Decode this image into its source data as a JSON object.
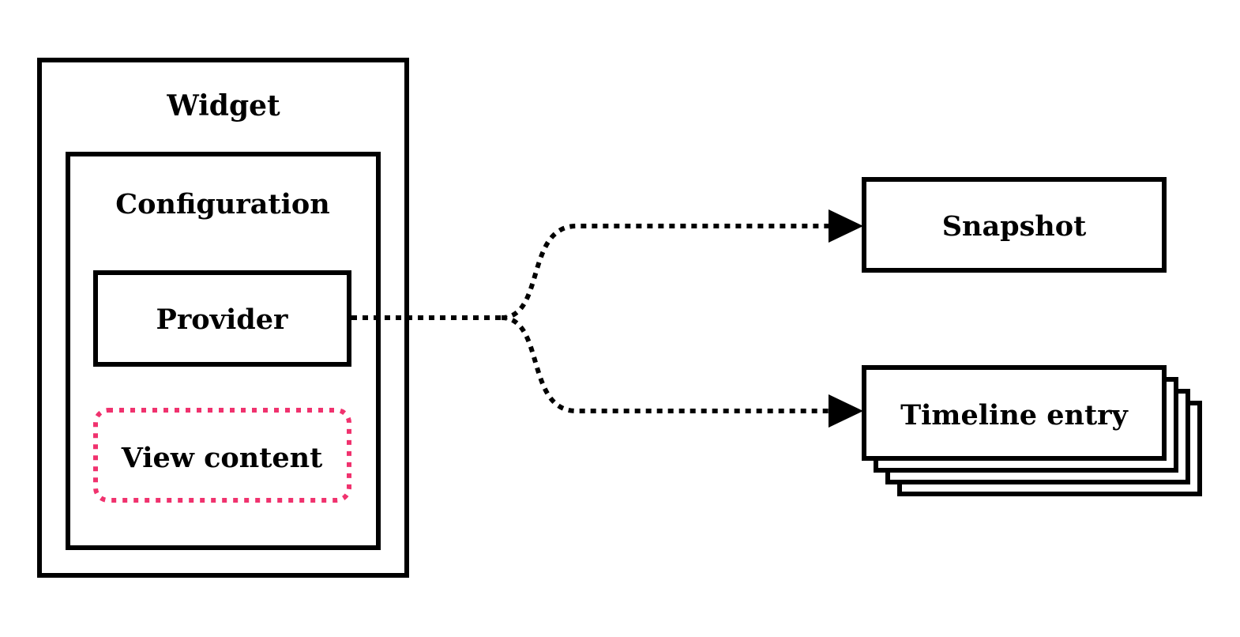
{
  "nodes": {
    "widget": "Widget",
    "configuration": "Configuration",
    "provider": "Provider",
    "view_content": "View content",
    "snapshot": "Snapshot",
    "timeline_entry": "Timeline entry"
  },
  "colors": {
    "stroke": "#000000",
    "accent": "#f0326e",
    "background": "#ffffff"
  }
}
